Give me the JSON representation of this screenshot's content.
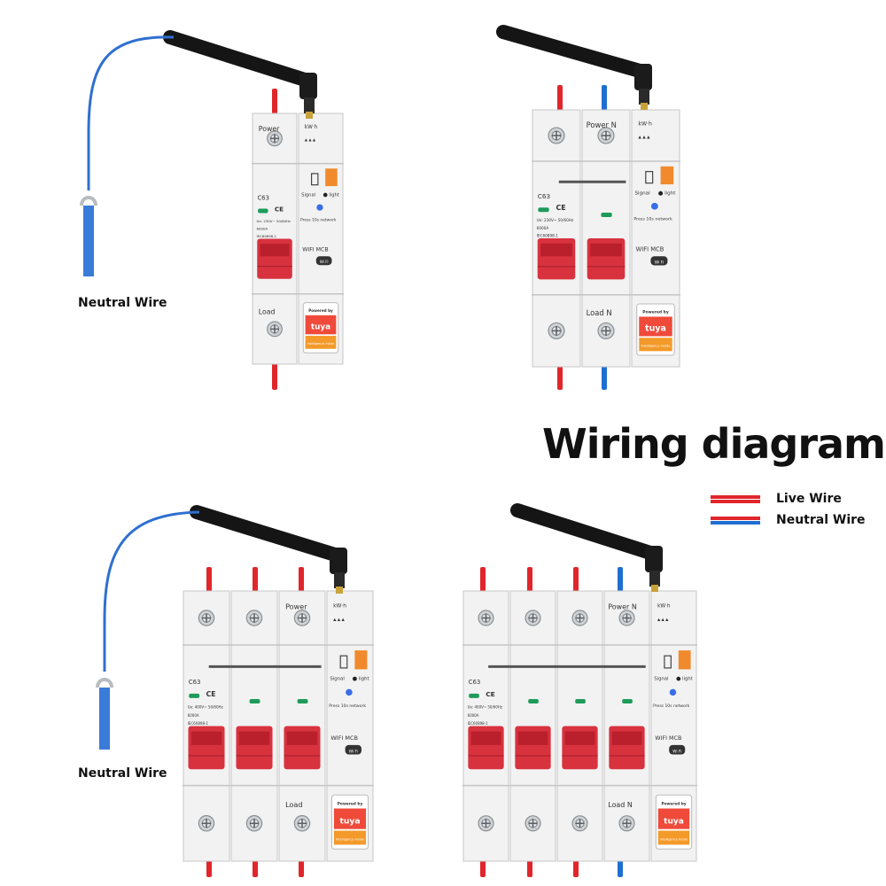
{
  "title": "Wiring diagram",
  "legend": [
    {
      "label": "Live Wire",
      "color": "#e0262b"
    },
    {
      "label": "Neutral Wire",
      "color": "#1f6fd1"
    }
  ],
  "neutral_label_1": "Neutral Wire",
  "neutral_label_2": "Neutral Wire",
  "colors": {
    "live": "#e0262b",
    "neutral": "#1f6fd1",
    "handle": "#d8323f",
    "body": "#f2f2f2"
  },
  "breakers": [
    {
      "name": "breaker-1p",
      "poles": 1,
      "has_neutral_pole": false,
      "power_label": "Power",
      "load_label": "Load",
      "rating": "C63",
      "spec_lines": [
        "Ue: 230V~ 50/60Hz",
        "6000A",
        "IEC60898-1"
      ],
      "kwh": "kW·h",
      "signal_label": "Signal",
      "light_label": "light",
      "press_label": "Press 10s network",
      "brand": "WIFI MCB",
      "wifi_badge": "Wi Fi",
      "powered_by": "Powered by",
      "tuya": "tuya",
      "intelligence": "Intelligence Inside",
      "ce": "CE"
    },
    {
      "name": "breaker-1pn",
      "poles": 1,
      "has_neutral_pole": true,
      "power_label": "Power N",
      "load_label": "Load N",
      "rating": "C63",
      "spec_lines": [
        "Ue: 230V~ 50/60Hz",
        "6000A",
        "IEC60898-1"
      ],
      "kwh": "kW·h",
      "signal_label": "Signal",
      "light_label": "light",
      "press_label": "Press 10s network",
      "brand": "WIFI MCB",
      "wifi_badge": "Wi Fi",
      "powered_by": "Powered by",
      "tuya": "tuya",
      "intelligence": "Intelligence Inside",
      "ce": "CE"
    },
    {
      "name": "breaker-3p",
      "poles": 3,
      "has_neutral_pole": false,
      "power_label": "Power",
      "load_label": "Load",
      "rating": "C63",
      "spec_lines": [
        "Ue: 400V~ 50/60Hz",
        "6000A",
        "IEC60898-1"
      ],
      "kwh": "kW·h",
      "signal_label": "Signal",
      "light_label": "light",
      "press_label": "Press 10s network",
      "brand": "WIFI MCB",
      "wifi_badge": "Wi Fi",
      "powered_by": "Powered by",
      "tuya": "tuya",
      "intelligence": "Intelligence Inside",
      "ce": "CE"
    },
    {
      "name": "breaker-3pn",
      "poles": 3,
      "has_neutral_pole": true,
      "power_label": "Power N",
      "load_label": "Load N",
      "rating": "C63",
      "spec_lines": [
        "Ue: 400V~ 50/60Hz",
        "6000A",
        "IEC60898-1"
      ],
      "kwh": "kW·h",
      "signal_label": "Signal",
      "light_label": "light",
      "press_label": "Press 10s network",
      "brand": "WIFI MCB",
      "wifi_badge": "Wi Fi",
      "powered_by": "Powered by",
      "tuya": "tuya",
      "intelligence": "Intelligence Inside",
      "ce": "CE"
    }
  ]
}
